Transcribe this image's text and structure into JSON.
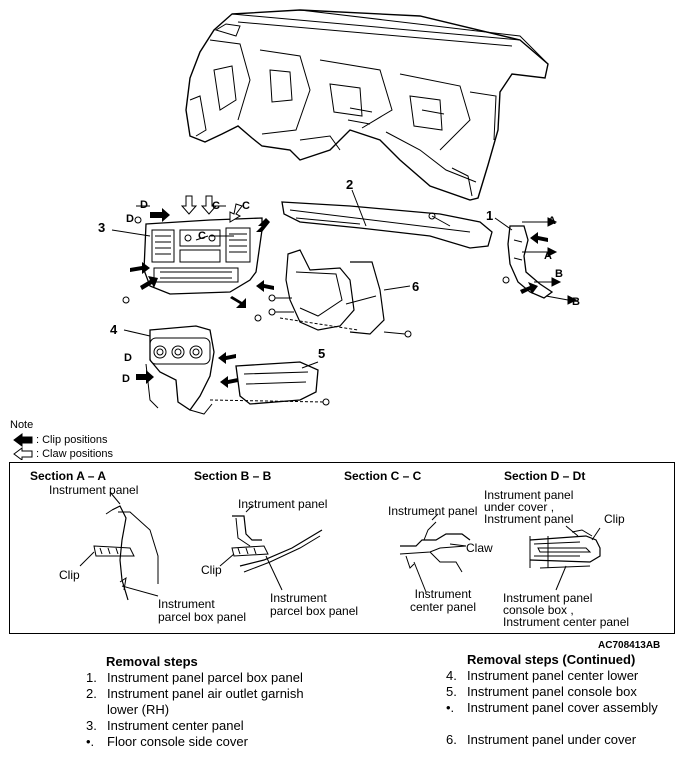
{
  "callouts": {
    "n1": "1",
    "n2": "2",
    "n3": "3",
    "n4": "4",
    "n5": "5",
    "n6": "6",
    "a_top": "A",
    "a_bottom": "A",
    "b_top": "B",
    "b_bottom": "B",
    "c_left": "C",
    "c_right": "C",
    "c_mid": "C",
    "d_top": "D",
    "d_mid": "D",
    "d_p4a": "D",
    "d_p4b": "D"
  },
  "note": {
    "title": "Note",
    "clip_legend": ": Clip positions",
    "claw_legend": ": Claw positions"
  },
  "sections": {
    "aa": {
      "title": "Section A – A",
      "instrument_panel": "Instrument panel",
      "clip": "Clip",
      "parcel_box_1": "Instrument",
      "parcel_box_2": "parcel box panel"
    },
    "bb": {
      "title": "Section B – B",
      "instrument_panel": "Instrument panel",
      "clip": "Clip",
      "parcel_box_1": "Instrument",
      "parcel_box_2": "parcel box panel"
    },
    "cc": {
      "title": "Section C – C",
      "instrument_panel": "Instrument panel",
      "claw": "Claw",
      "center_panel_1": "Instrument",
      "center_panel_2": "center panel"
    },
    "dd": {
      "title": "Section D – Dt",
      "under_cover_1": "Instrument panel",
      "under_cover_2": "under cover ,",
      "under_cover_3": "Instrument panel",
      "clip": "Clip",
      "console_1": "Instrument panel",
      "console_2": "console box ,",
      "console_3": "Instrument center panel"
    }
  },
  "figure_code": "AC708413AB",
  "removal_steps": {
    "title": "Removal steps",
    "items": [
      {
        "num": "1.",
        "text": "Instrument panel parcel box panel"
      },
      {
        "num": "2.",
        "text": "Instrument panel air outlet garnish"
      },
      {
        "num": "",
        "text": "lower (RH)"
      },
      {
        "num": "3.",
        "text": "Instrument center panel"
      },
      {
        "num": "•.",
        "text": "Floor console side cover"
      }
    ]
  },
  "removal_steps_continued": {
    "title": "Removal steps (Continued)",
    "items": [
      {
        "num": "4.",
        "text": "Instrument panel center lower"
      },
      {
        "num": "5.",
        "text": "Instrument panel console box"
      },
      {
        "num": "•.",
        "text": "Instrument panel cover assembly"
      },
      {
        "num": "",
        "text": ""
      },
      {
        "num": "6.",
        "text": "Instrument panel under cover"
      }
    ]
  }
}
